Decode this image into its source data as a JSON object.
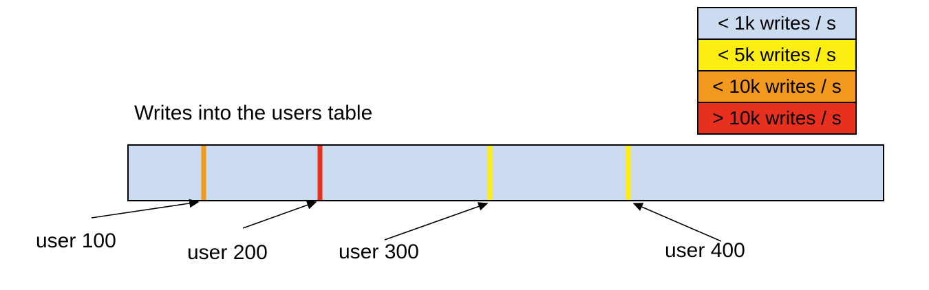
{
  "title": "Writes into the users table",
  "legend": {
    "items": [
      {
        "label": "< 1k writes / s",
        "color": "#cbdbf0"
      },
      {
        "label": "< 5k writes / s",
        "color": "#fdee11"
      },
      {
        "label": "< 10k writes / s",
        "color": "#f39a1e"
      },
      {
        "label": "> 10k writes / s",
        "color": "#e8301f"
      }
    ]
  },
  "bar": {
    "fill": "#cbdbf0",
    "border_color": "#000000",
    "stripes": [
      {
        "user": "user 100",
        "rate": "< 10k writes / s",
        "color": "#f39a1e",
        "x_pct": 9.9
      },
      {
        "user": "user 200",
        "rate": "> 10k writes / s",
        "color": "#e8301f",
        "x_pct": 25.4
      },
      {
        "user": "user 300",
        "rate": "< 5k writes / s",
        "color": "#fdee11",
        "x_pct": 47.9
      },
      {
        "user": "user 400",
        "rate": "< 5k writes / s",
        "color": "#fdee11",
        "x_pct": 66.2
      }
    ]
  },
  "annotations": [
    {
      "label": "user 100"
    },
    {
      "label": "user 200"
    },
    {
      "label": "user 300"
    },
    {
      "label": "user 400"
    }
  ]
}
